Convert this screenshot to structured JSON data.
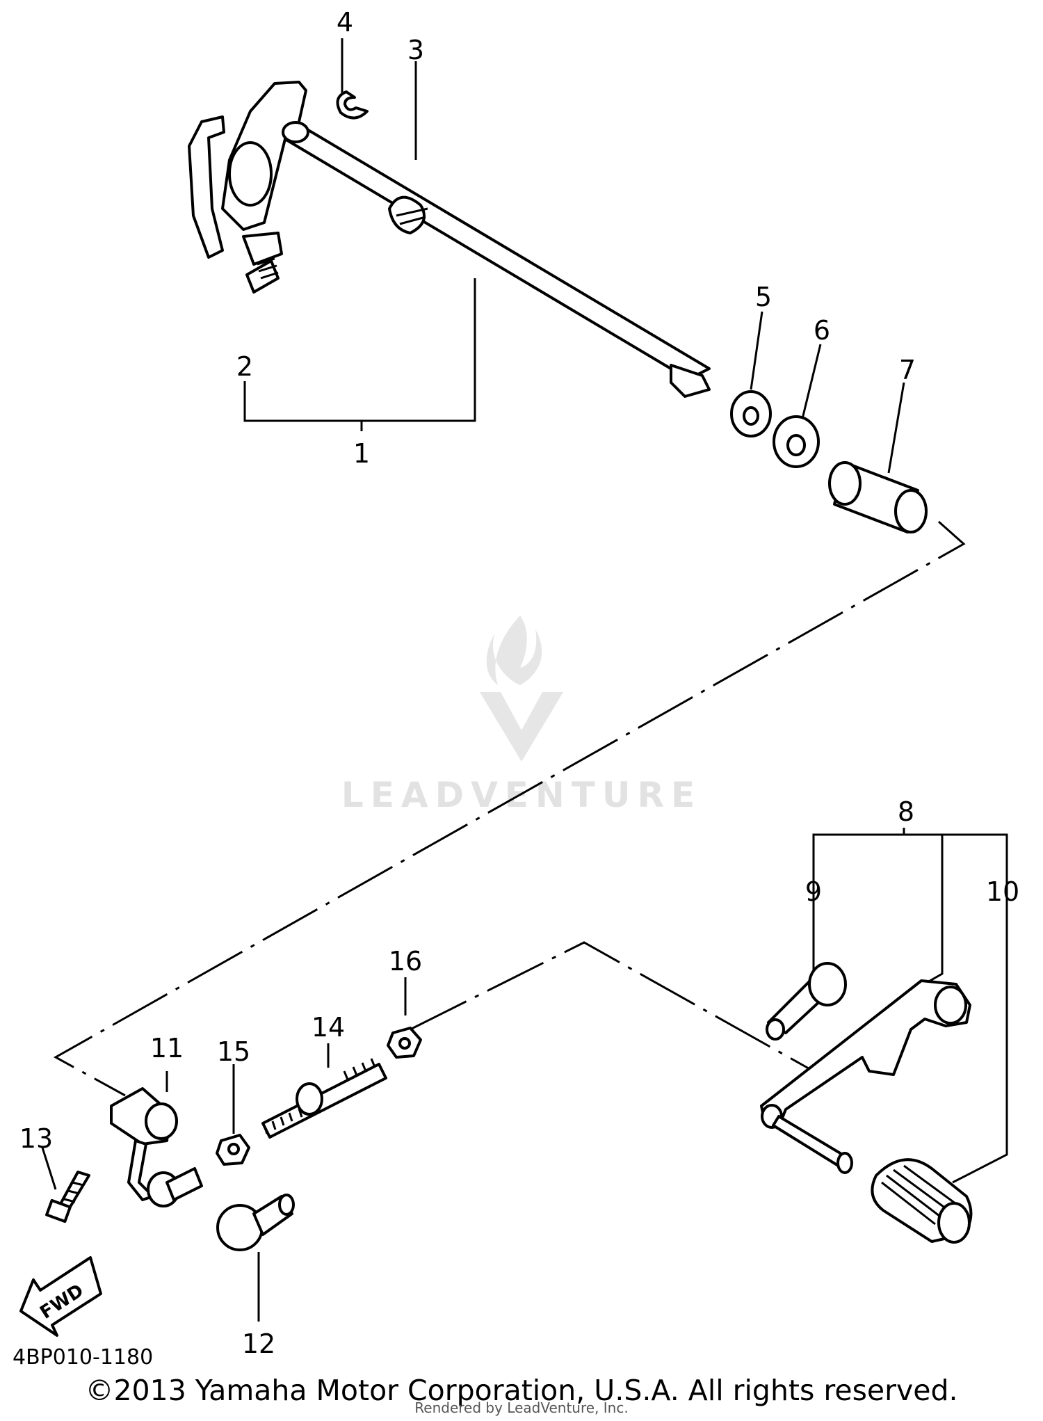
{
  "diagram": {
    "callouts": [
      "1",
      "2",
      "3",
      "4",
      "5",
      "6",
      "7",
      "8",
      "9",
      "10",
      "11",
      "12",
      "13",
      "14",
      "15",
      "16"
    ],
    "fwd_label": "FWD",
    "diagram_code": "4BP010-1180",
    "copyright": "©2013 Yamaha Motor Corporation, U.S.A. All rights reserved.",
    "rendered_by": "Rendered by LeadVenture, Inc."
  },
  "watermark": {
    "text": "LEADVENTURE",
    "color": "#e2e2e2"
  }
}
